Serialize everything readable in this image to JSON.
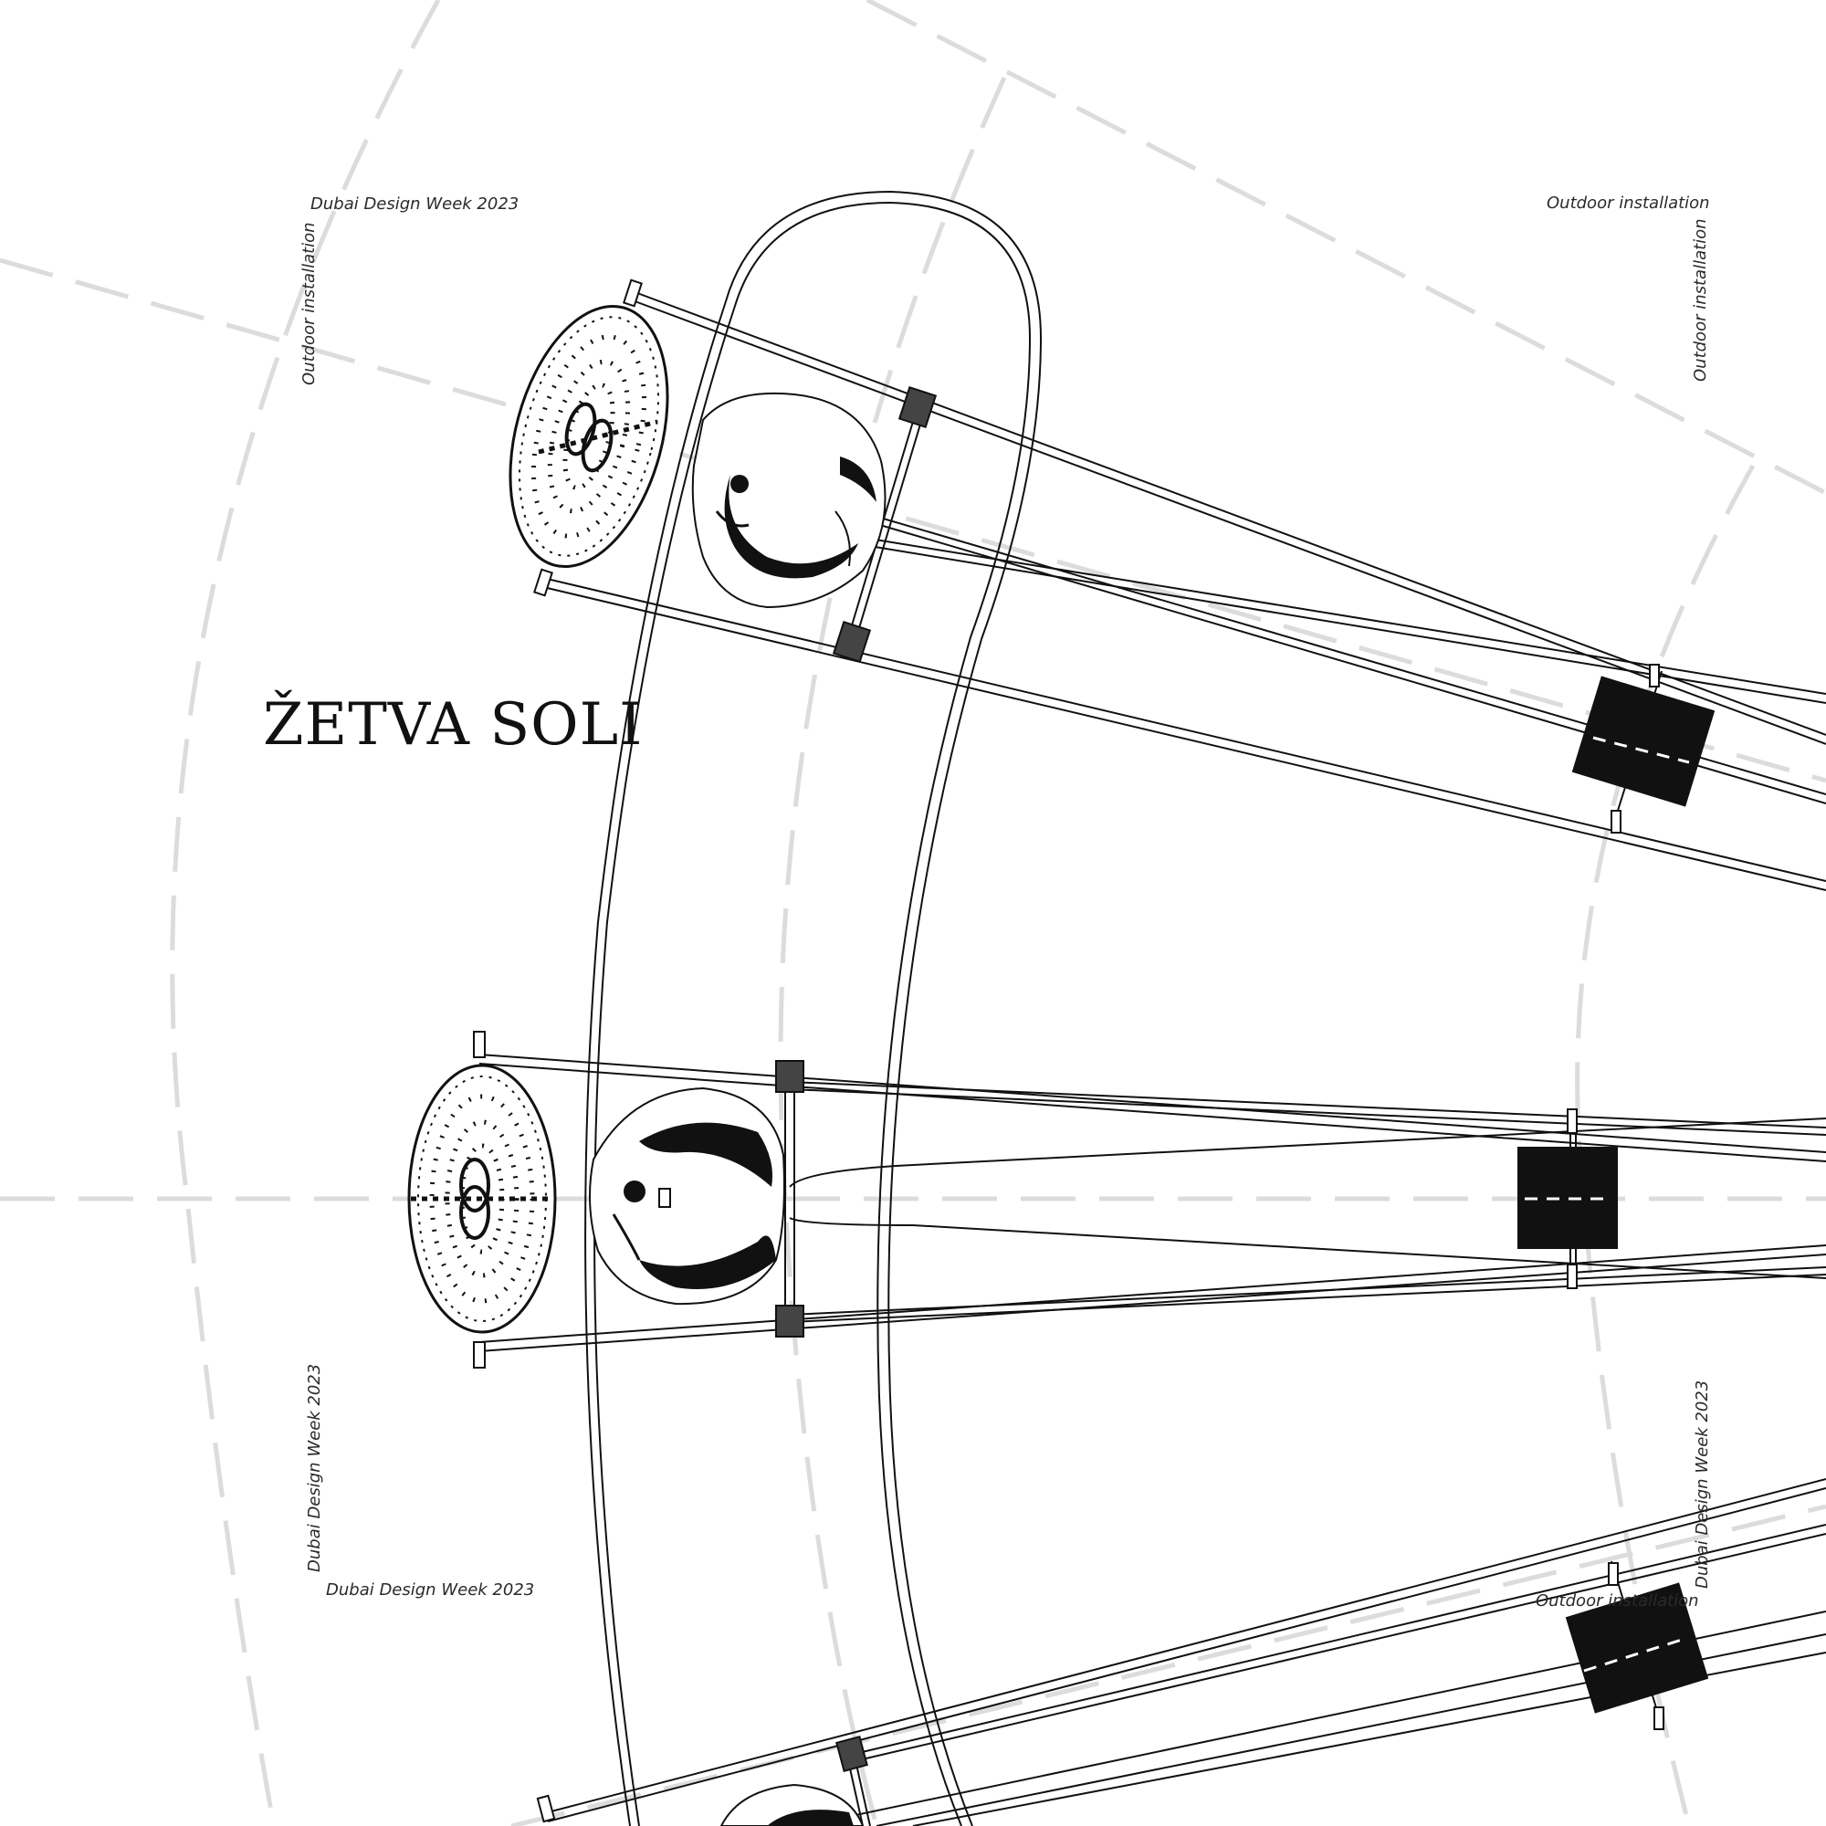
{
  "title": "ŽETVA SOLI",
  "labels": {
    "top_left_horizontal": "Dubai Design Week  2023",
    "top_left_vertical": "Outdoor installation",
    "top_right_horizontal": "Outdoor installation",
    "top_right_vertical": "Outdoor installation",
    "bottom_left_vertical": "Dubai Design Week  2023",
    "bottom_left_horizontal": "Dubai Design Week  2023",
    "bottom_right_vertical": "Dubai Design Week  2023",
    "bottom_right_horizontal": "Outdoor installation"
  },
  "colors": {
    "background": "#ffffff",
    "ink": "#111111",
    "guide_dashes": "#dcdcdc"
  }
}
